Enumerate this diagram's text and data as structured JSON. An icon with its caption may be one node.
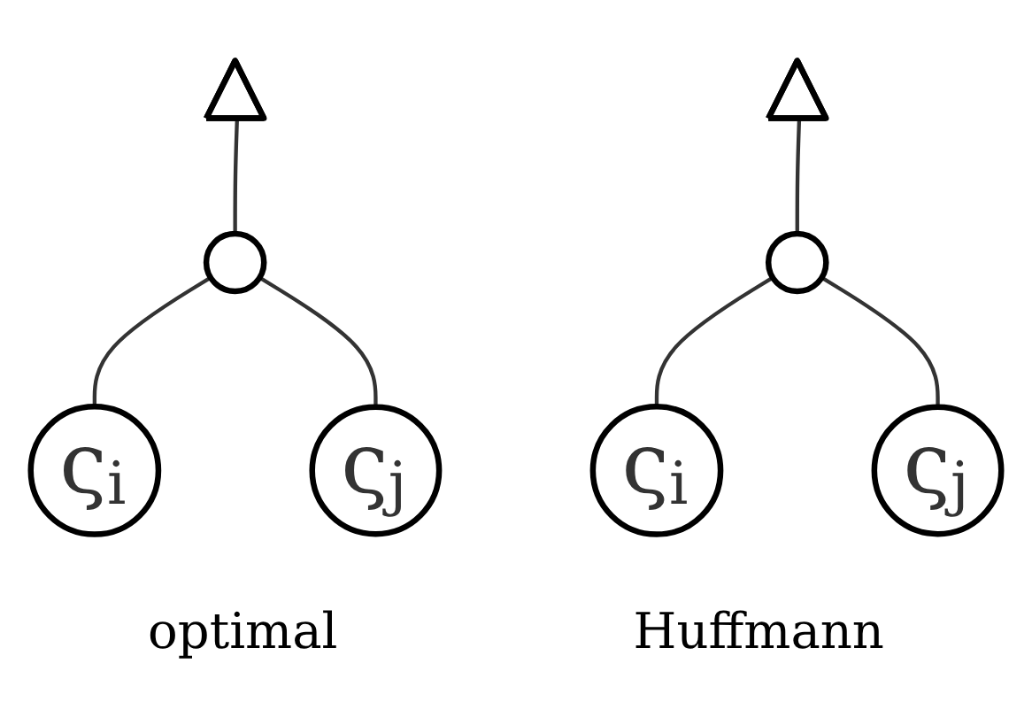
{
  "diagram": {
    "nodes": [
      {
        "text": [],
        "shape": "triangle"
      },
      {
        "text": [],
        "shape": "circle"
      },
      {
        "text": [
          "ς$_{i}$"
        ]
      },
      {
        "text": [
          "ς$_{j}$"
        ]
      },
      {
        "text": [],
        "shape": "triangle"
      },
      {
        "text": [],
        "shape": "circle"
      },
      {
        "text": [
          "ς$_{i}$"
        ]
      },
      {
        "text": [
          "ς$_{j}$"
        ]
      }
    ],
    "edges": [
      {
        "from": 0,
        "to": 1,
        "arrow": "none"
      },
      {
        "from": 1,
        "to": 2,
        "arrow": "none"
      },
      {
        "from": 1,
        "to": 3,
        "arrow": "none"
      },
      {
        "from": 4,
        "to": 5,
        "arrow": "none"
      },
      {
        "from": 5,
        "to": 6,
        "arrow": "none"
      },
      {
        "from": 5,
        "to": 7,
        "arrow": "none"
      }
    ],
    "labels": [
      "optimal",
      "Huffmann"
    ]
  }
}
